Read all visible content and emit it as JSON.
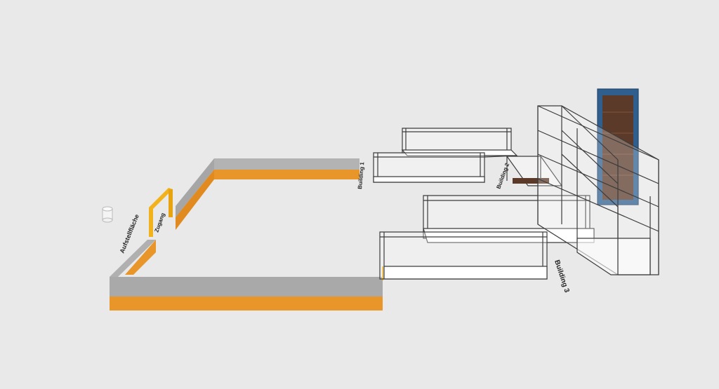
{
  "scene": {
    "labels": {
      "left_wall": "Aufstellfläche",
      "gate": "Zugang",
      "building_1": "Building 1",
      "building_2": "Building 2",
      "building_3": "Building 3"
    },
    "colors": {
      "background": "#e9e9e9",
      "wall_grey": "#a9a9a9",
      "wall_top": "#bdbdbd",
      "wall_orange": "#e8952a",
      "gate_yellow": "#f2b21b",
      "frame_stroke": "#3c3c3c",
      "frame_fill": "#ffffff",
      "shelf_blue": "#2f5f8f",
      "shelf_brown": "#5b3a2a"
    }
  }
}
